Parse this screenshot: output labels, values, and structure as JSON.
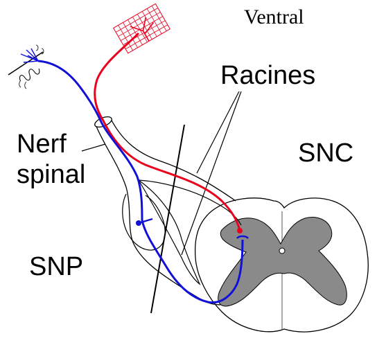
{
  "labels": {
    "ventral": "Ventral",
    "racines": "Racines",
    "nerf_line1": "Nerf",
    "nerf_line2": "spinal",
    "snc": "SNC",
    "snp": "SNP"
  },
  "colors": {
    "motor_neuron": "#e8001c",
    "sensory_neuron": "#1010d8",
    "gray_matter": "#8a8a8a",
    "outline": "#000000"
  },
  "icons": {
    "muscle": "muscle-fibers",
    "receptor": "skin-receptor"
  }
}
